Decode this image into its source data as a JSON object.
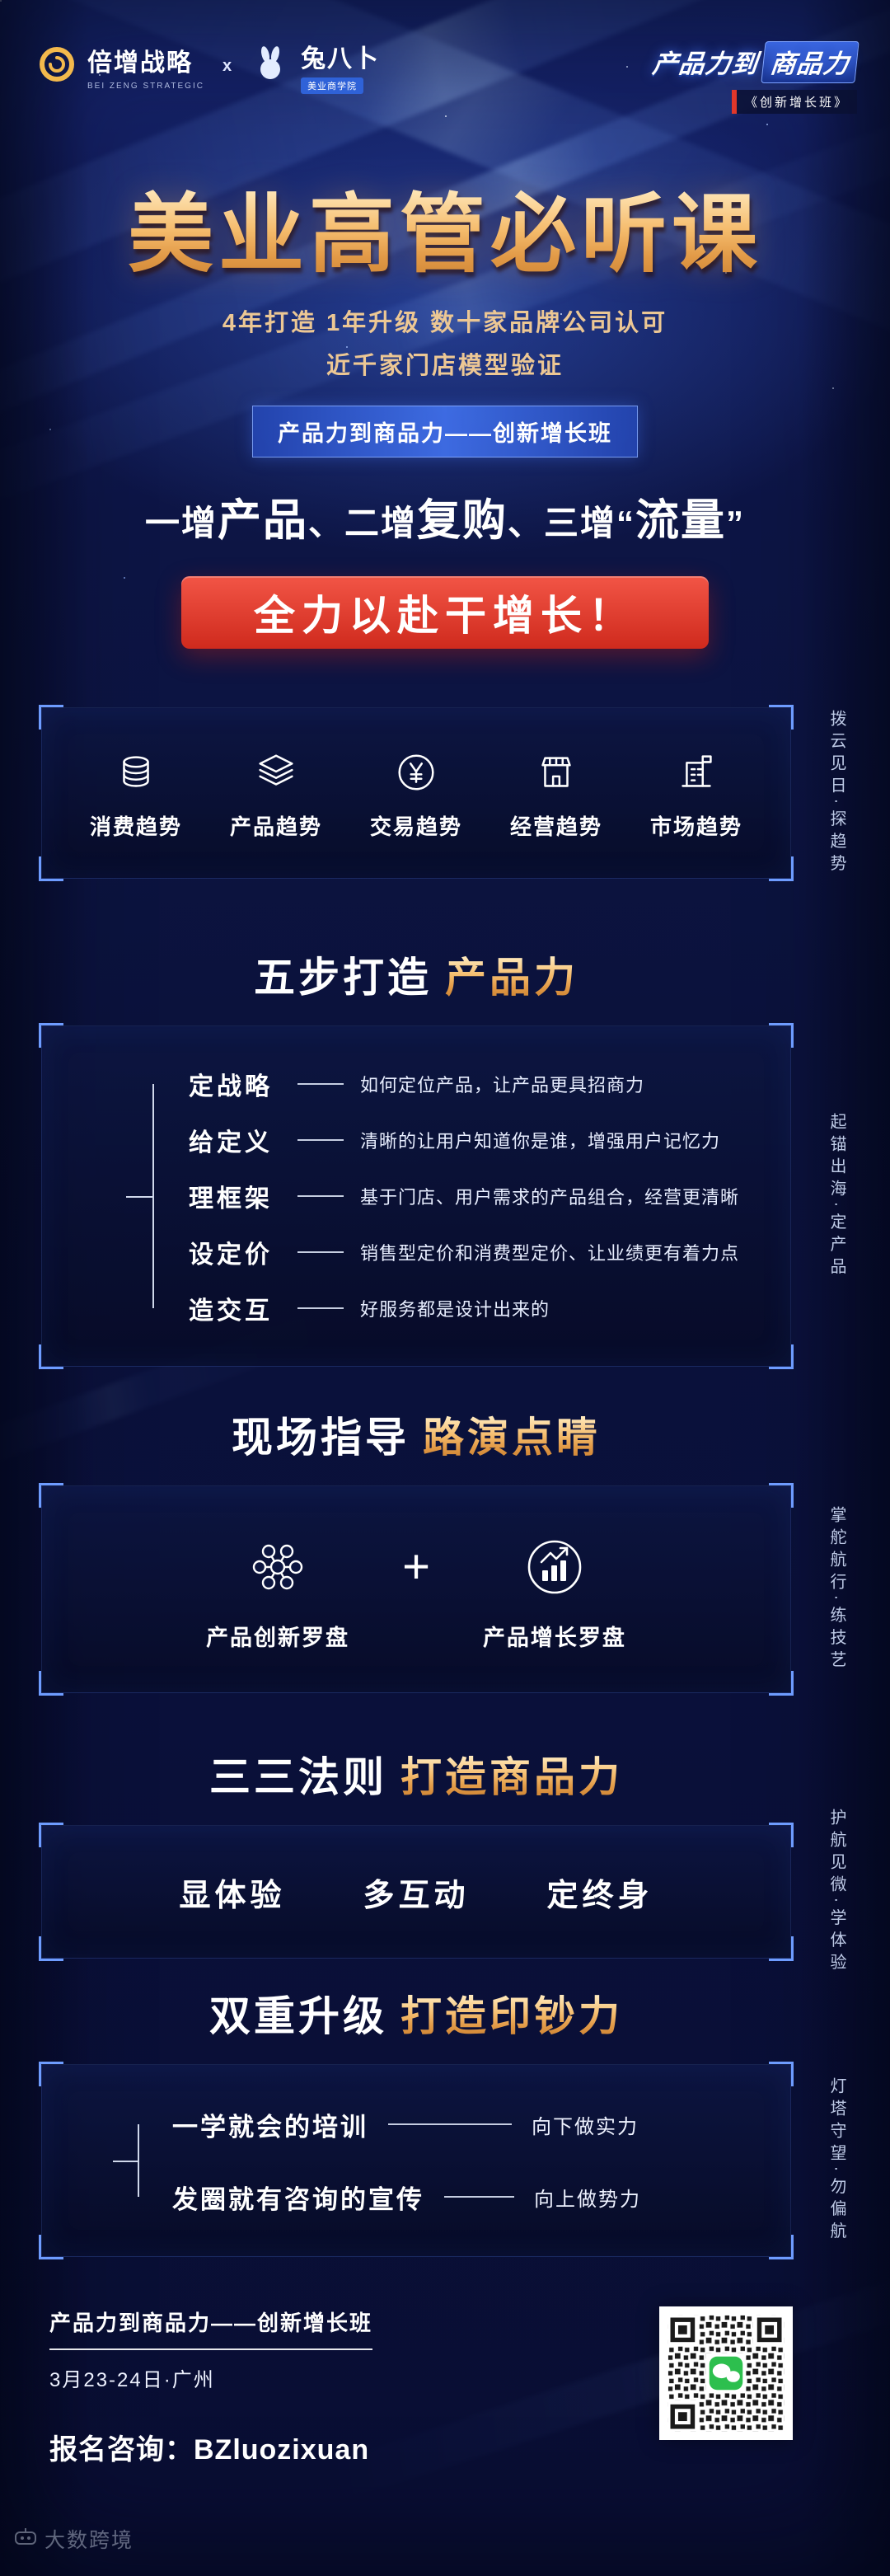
{
  "colors": {
    "accent_gold": "#f0b05f",
    "accent_red": "#e1372a",
    "accent_blue": "#4d7ef0",
    "background": "#0c1440"
  },
  "header": {
    "brand1": {
      "name": "倍增战略",
      "tagline": "BEI ZENG STRATEGIC"
    },
    "separator": "x",
    "brand2": {
      "name": "兔八卜",
      "tagline": "美业商学院"
    },
    "badge": {
      "prefix": "产品力到",
      "highlight": "商品力",
      "subtitle": "《创新增长班》"
    }
  },
  "hero": {
    "title": "美业高管必听课",
    "subtitle1": "4年打造 1年升级 数十家品牌公司认可",
    "subtitle2": "近千家门店模型验证",
    "tag": "产品力到商品力——创新增长班",
    "headline": {
      "parts": [
        {
          "text": "一增"
        },
        {
          "text": "产品",
          "em": true
        },
        {
          "text": "、二增"
        },
        {
          "text": "复购",
          "em": true
        },
        {
          "text": "、三增“"
        },
        {
          "text": "流量",
          "em": true
        },
        {
          "text": "”"
        }
      ]
    },
    "cta": "全力以赴干增长！"
  },
  "trends": {
    "side_label": "拨云见日·探趋势",
    "items": [
      {
        "label": "消费趋势",
        "icon": "coin-stack-icon"
      },
      {
        "label": "产品趋势",
        "icon": "layers-icon"
      },
      {
        "label": "交易趋势",
        "icon": "yen-circle-icon"
      },
      {
        "label": "经营趋势",
        "icon": "storefront-icon"
      },
      {
        "label": "市场趋势",
        "icon": "building-flag-icon"
      }
    ]
  },
  "product_power": {
    "title_white": "五步打造",
    "title_gold": "产品力",
    "side_label": "起锚出海·定产品",
    "steps": [
      {
        "term": "定战略",
        "desc": "如何定位产品，让产品更具招商力"
      },
      {
        "term": "给定义",
        "desc": "清晰的让用户知道你是谁，增强用户记忆力"
      },
      {
        "term": "理框架",
        "desc": "基于门店、用户需求的产品组合，经营更清晰"
      },
      {
        "term": "设定价",
        "desc": "销售型定价和消费型定价、让业绩更有着力点"
      },
      {
        "term": "造交互",
        "desc": "好服务都是设计出来的"
      }
    ]
  },
  "coaching": {
    "title_white": "现场指导",
    "title_gold": "路演点睛",
    "side_label": "掌舵航行·练技艺",
    "plus": "+",
    "items": [
      {
        "label": "产品创新罗盘",
        "icon": "innovation-compass-icon"
      },
      {
        "label": "产品增长罗盘",
        "icon": "growth-compass-icon"
      }
    ]
  },
  "rules": {
    "title_white": "三三法则",
    "title_gold": "打造商品力",
    "side_label": "护航见微·学体验",
    "items": [
      "显体验",
      "多互动",
      "定终身"
    ]
  },
  "upgrade": {
    "title_white": "双重升级",
    "title_gold": "打造印钞力",
    "side_label": "灯塔守望·勿偏航",
    "items": [
      {
        "term": "一学就会的培训",
        "desc": "向下做实力"
      },
      {
        "term": "发圈就有咨询的宣传",
        "desc": "向上做势力"
      }
    ]
  },
  "footer": {
    "program": "产品力到商品力——创新增长班",
    "date": "3月23-24日·广州",
    "contact_label": "报名咨询：",
    "contact_value": "BZluozixuan",
    "watermark": "大数跨境"
  }
}
